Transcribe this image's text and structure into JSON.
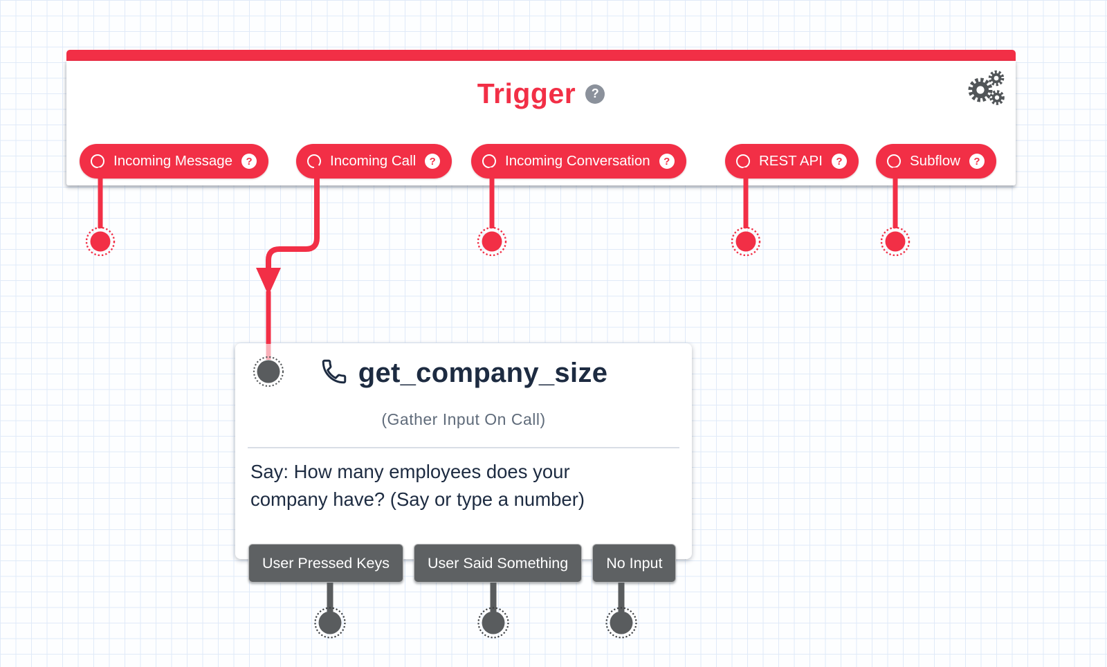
{
  "colors": {
    "accent_red": "#f22f46",
    "connector_gray": "#595c5e",
    "title_navy": "#1d2b41",
    "help_badge_gray": "#8b919b"
  },
  "help_glyph": "?",
  "icons": {
    "settings": "three-gears",
    "trigger_help": "question-mark-circle",
    "widget_type": "phone-handset-outline"
  },
  "trigger": {
    "title": "Trigger",
    "transitions": [
      {
        "label": "Incoming Message"
      },
      {
        "label": "Incoming Call"
      },
      {
        "label": "Incoming Conversation"
      },
      {
        "label": "REST API"
      },
      {
        "label": "Subflow"
      }
    ]
  },
  "widget": {
    "name": "get_company_size",
    "type_label": "(Gather Input On Call)",
    "body_line1": "Say: How many employees does your",
    "body_line2": "company have? (Say or type a number)",
    "transitions": [
      {
        "label": "User Pressed Keys"
      },
      {
        "label": "User Said Something"
      },
      {
        "label": "No Input"
      }
    ]
  }
}
